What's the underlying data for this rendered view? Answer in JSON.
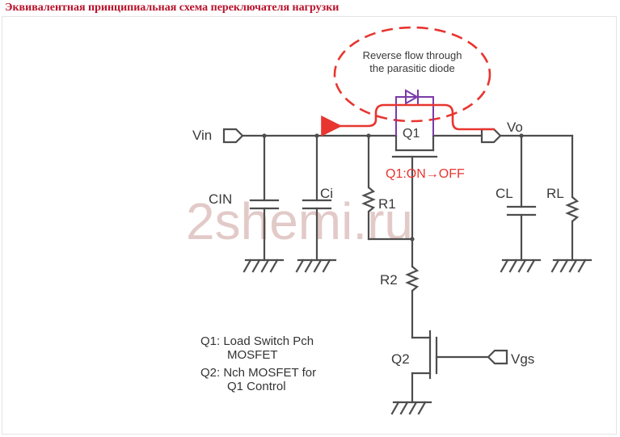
{
  "title": "Эквивалентная принципиальная схема переключателя нагрузки",
  "watermark": "2shemi.ru",
  "callout": {
    "line1": "Reverse flow through",
    "line2": "the parasitic diode"
  },
  "status_label": "Q1:ON→OFF",
  "nodes": {
    "vin": "Vin",
    "vo": "Vo",
    "vgs": "Vgs"
  },
  "components": {
    "q1": "Q1",
    "q2": "Q2",
    "cin": "CIN",
    "ci": "Ci",
    "cl": "CL",
    "rl": "RL",
    "r1": "R1",
    "r2": "R2"
  },
  "legend": {
    "q1_line1": "Q1: Load Switch Pch",
    "q1_line2": "MOSFET",
    "q2_line1": "Q2: Nch MOSFET for",
    "q2_line2": "Q1 Control"
  },
  "colors": {
    "title": "#b8112a",
    "wire": "#4d4d4d",
    "highlight": "#e8352f",
    "diode": "#7a3aa8",
    "callout_text": "#6a3ea1",
    "watermark": "#d9b9b6"
  }
}
